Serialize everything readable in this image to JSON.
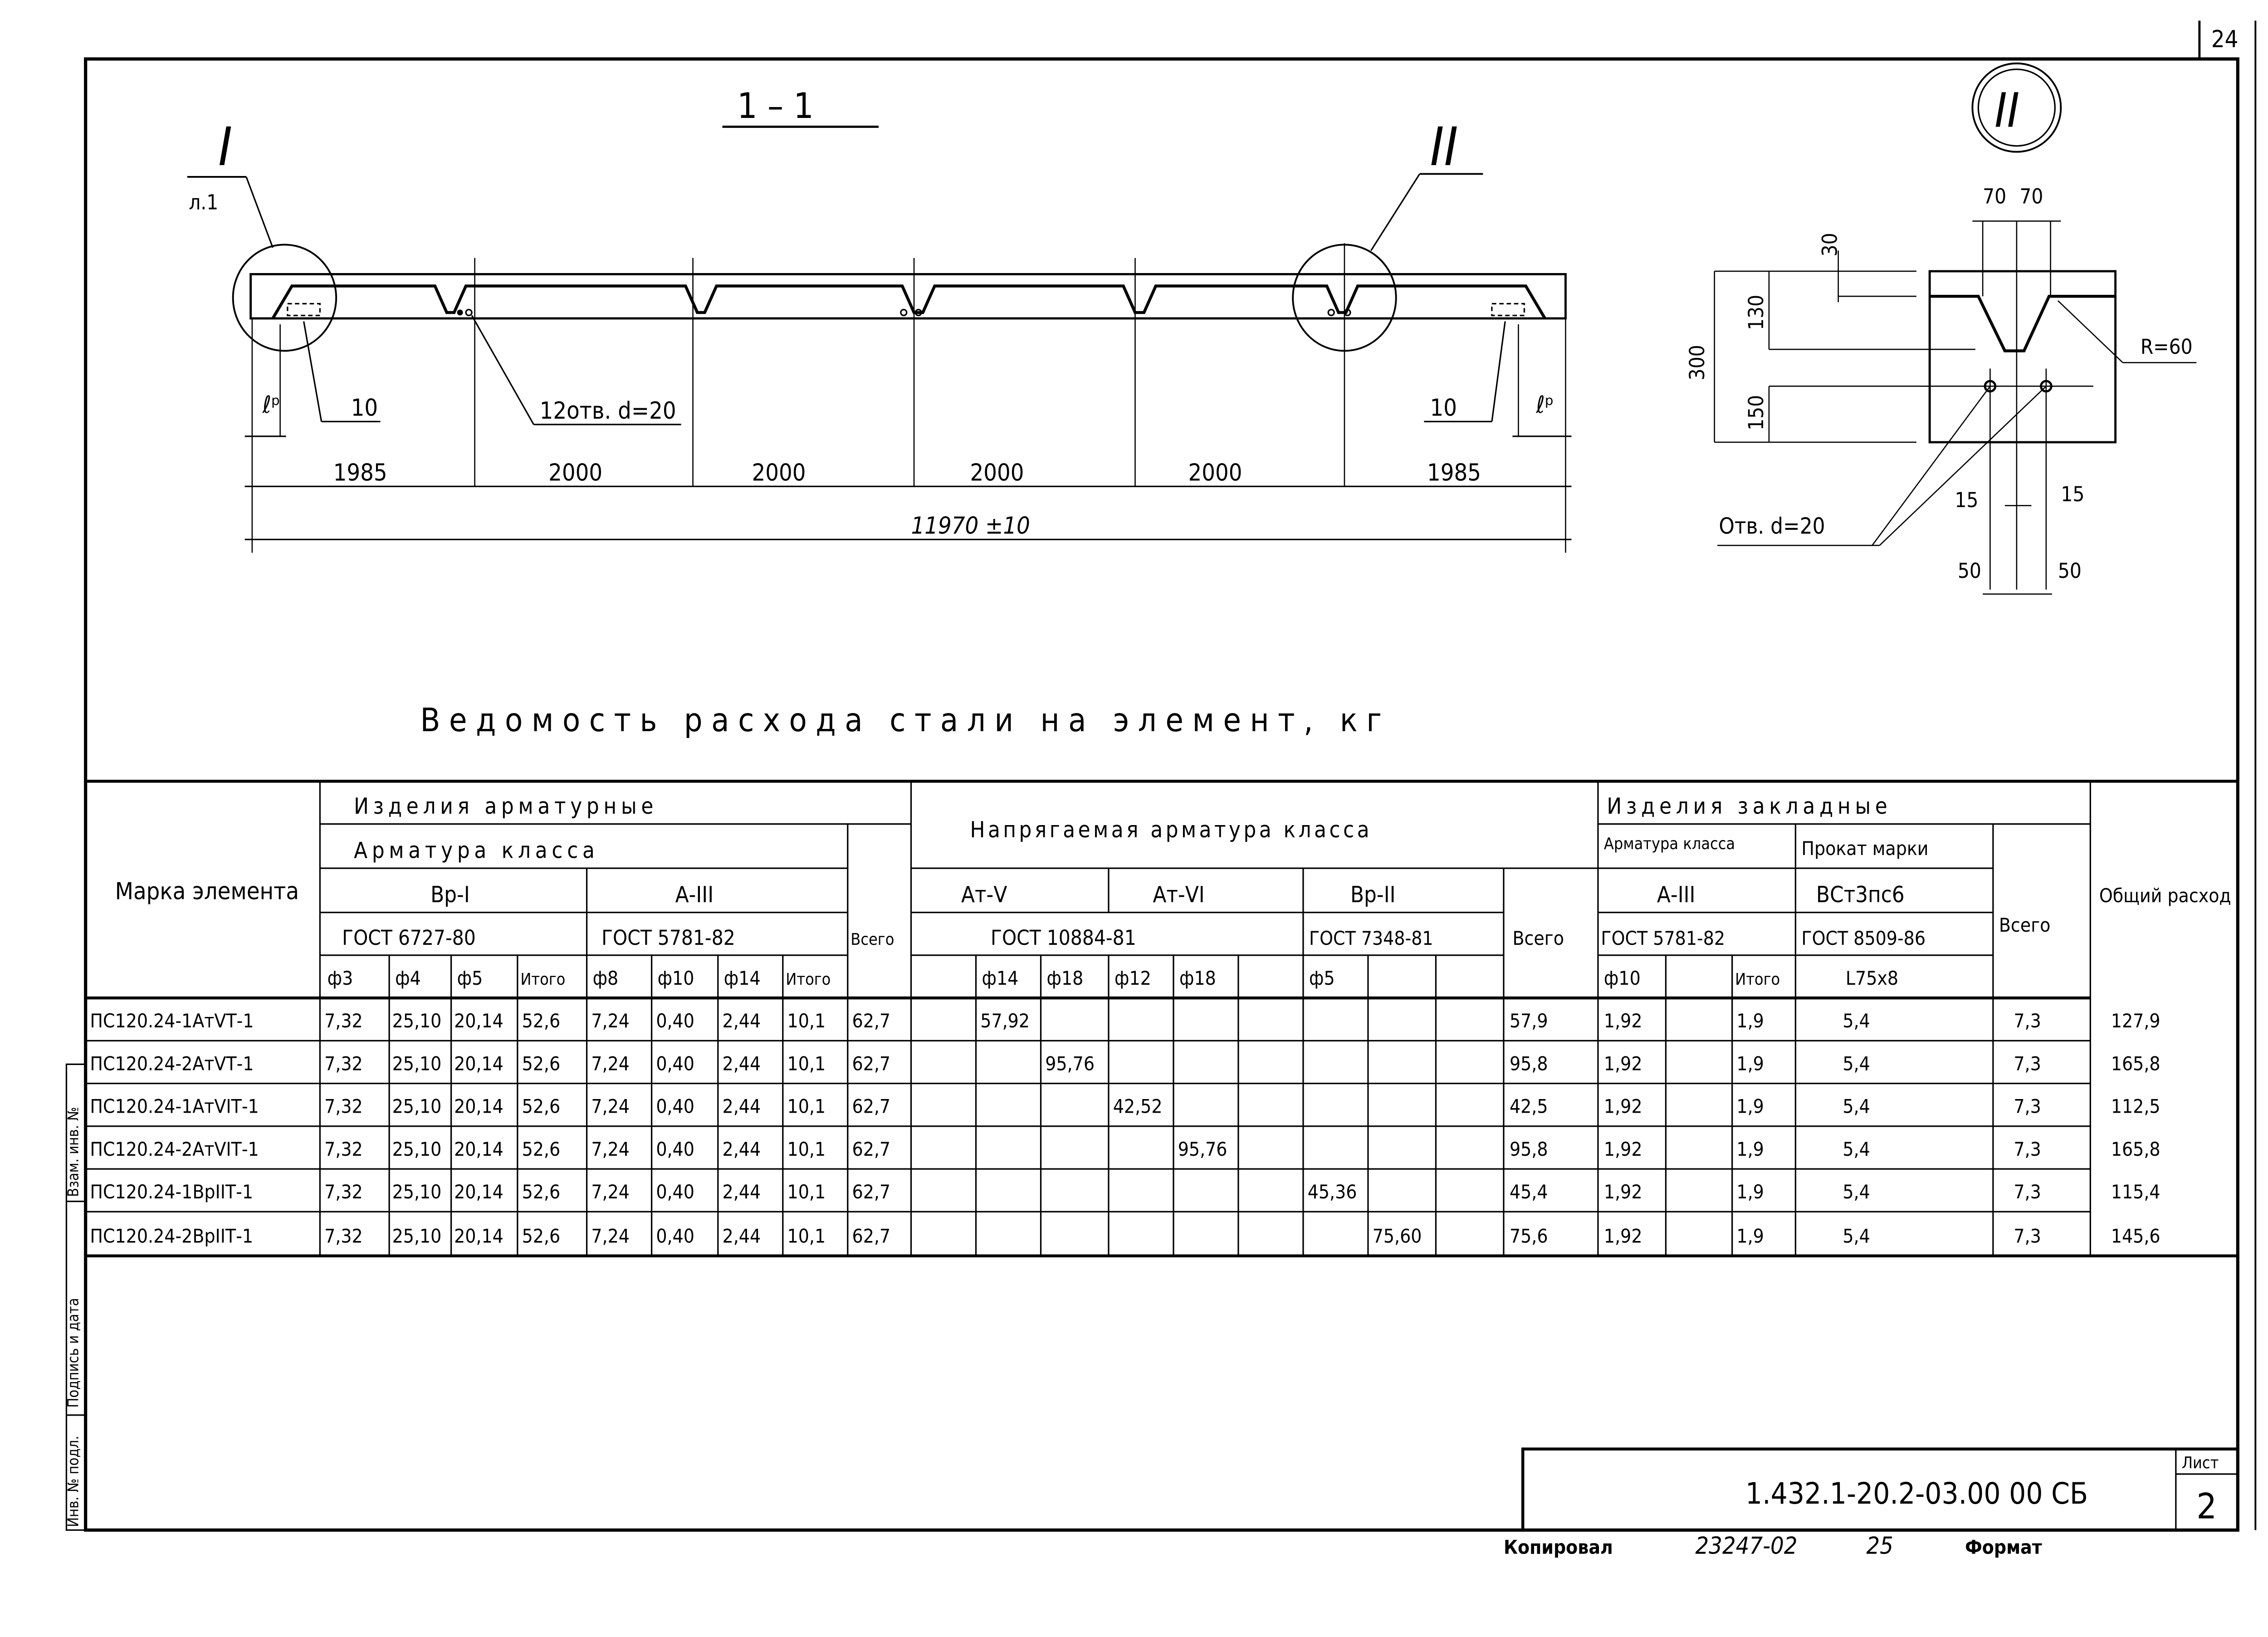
{
  "sheet_corner_number": "24",
  "section_label": "1 – 1",
  "callouts": {
    "node_I": "I",
    "node_I_ref": "л.1",
    "node_II": "II",
    "detail_II_title": "II"
  },
  "elevation": {
    "labels": {
      "lp_left": "ℓᵖ",
      "lp_right": "ℓᵖ",
      "item_left": "10",
      "item_right": "10",
      "holes": "12отв. d=20"
    },
    "spans": [
      "1985",
      "2000",
      "2000",
      "2000",
      "2000",
      "1985"
    ],
    "total": "11970 ±10"
  },
  "detail_II": {
    "dims_top": [
      "70",
      "70"
    ],
    "dim_30": "30",
    "dim_130": "130",
    "dim_300": "300",
    "dim_150": "150",
    "radius": "R=60",
    "holes": "Отв. d=20",
    "dims_15": [
      "15",
      "15"
    ],
    "dims_50": [
      "50",
      "50"
    ]
  },
  "table_title": "Ведомость расхода стали на элемент, кг",
  "table": {
    "header": {
      "mark": "Марка элемента",
      "rebar_products": "Изделия арматурные",
      "rebar_class": "Арматура класса",
      "vr1": "Вр-I",
      "a3": "А-III",
      "gost_vr1": "ГОСТ 6727-80",
      "gost_a3": "ГОСТ 5781-82",
      "total1": "Всего",
      "prestressed": "Напрягаемая арматура класса",
      "at5": "Ат-V",
      "at6": "Ат-VI",
      "vr2": "Вр-II",
      "gost_at": "ГОСТ 10884-81",
      "gost_vr2": "ГОСТ 7348-81",
      "total2": "Всего",
      "embedded": "Изделия закладные",
      "emb_rebar_class": "Арматура класса",
      "rolled_grade": "Прокат марки",
      "emb_a3": "А-III",
      "steel_grade": "ВСт3пс6",
      "gost_emb_a3": "ГОСТ 5781-82",
      "gost_rolled": "ГОСТ 8509-86",
      "total3": "Всего",
      "grand_total": "Общий расход",
      "sub": [
        "ф3",
        "ф4",
        "ф5",
        "Итого",
        "ф8",
        "ф10",
        "ф14",
        "Итого",
        "",
        "",
        "ф14",
        "ф18",
        "ф12",
        "ф18",
        "",
        "ф5",
        "",
        "",
        "",
        "ф10",
        "",
        "Итого",
        "L75x8",
        "",
        ""
      ]
    },
    "rows": [
      {
        "mark": "ПС120.24-1АтVТ-1",
        "cells": [
          "7,32",
          "25,10",
          "20,14",
          "52,6",
          "7,24",
          "0,40",
          "2,44",
          "10,1",
          "62,7",
          "",
          "57,92",
          "",
          "",
          "",
          "",
          "",
          "",
          "",
          "57,9",
          "1,92",
          "",
          "1,9",
          "5,4",
          "7,3",
          "127,9"
        ]
      },
      {
        "mark": "ПС120.24-2АтVТ-1",
        "cells": [
          "7,32",
          "25,10",
          "20,14",
          "52,6",
          "7,24",
          "0,40",
          "2,44",
          "10,1",
          "62,7",
          "",
          "",
          "95,76",
          "",
          "",
          "",
          "",
          "",
          "",
          "95,8",
          "1,92",
          "",
          "1,9",
          "5,4",
          "7,3",
          "165,8"
        ]
      },
      {
        "mark": "ПС120.24-1АтVIТ-1",
        "cells": [
          "7,32",
          "25,10",
          "20,14",
          "52,6",
          "7,24",
          "0,40",
          "2,44",
          "10,1",
          "62,7",
          "",
          "",
          "",
          "42,52",
          "",
          "",
          "",
          "",
          "",
          "42,5",
          "1,92",
          "",
          "1,9",
          "5,4",
          "7,3",
          "112,5"
        ]
      },
      {
        "mark": "ПС120.24-2АтVIТ-1",
        "cells": [
          "7,32",
          "25,10",
          "20,14",
          "52,6",
          "7,24",
          "0,40",
          "2,44",
          "10,1",
          "62,7",
          "",
          "",
          "",
          "",
          "95,76",
          "",
          "",
          "",
          "",
          "95,8",
          "1,92",
          "",
          "1,9",
          "5,4",
          "7,3",
          "165,8"
        ]
      },
      {
        "mark": "ПС120.24-1ВрIIТ-1",
        "cells": [
          "7,32",
          "25,10",
          "20,14",
          "52,6",
          "7,24",
          "0,40",
          "2,44",
          "10,1",
          "62,7",
          "",
          "",
          "",
          "",
          "",
          "",
          "45,36",
          "",
          "",
          "45,4",
          "1,92",
          "",
          "1,9",
          "5,4",
          "7,3",
          "115,4"
        ]
      },
      {
        "mark": "ПС120.24-2ВрIIТ-1",
        "cells": [
          "7,32",
          "25,10",
          "20,14",
          "52,6",
          "7,24",
          "0,40",
          "2,44",
          "10,1",
          "62,7",
          "",
          "",
          "",
          "",
          "",
          "",
          "",
          "75,60",
          "",
          "75,6",
          "1,92",
          "",
          "1,9",
          "5,4",
          "7,3",
          "145,6"
        ]
      }
    ]
  },
  "side_stamp": [
    "Взам. инв. №",
    "Подпись и дата",
    "Инв. № подл."
  ],
  "title_block": {
    "doc_code": "1.432.1-20.2-03.00 00 СБ",
    "sheet_label": "Лист",
    "sheet_number": "2"
  },
  "footer": {
    "copied": "Копировал",
    "order": "23247-02",
    "num": "25",
    "format": "Формат"
  }
}
